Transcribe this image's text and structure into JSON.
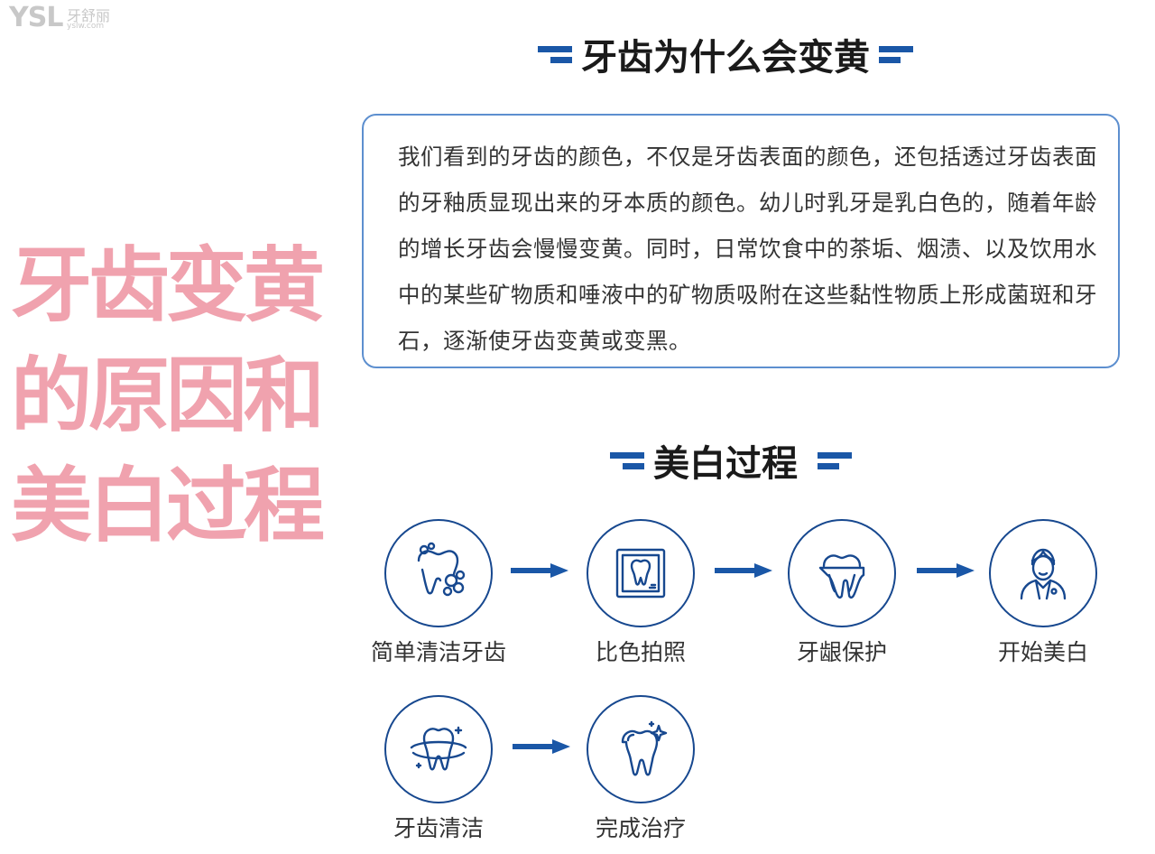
{
  "watermark": {
    "brand": "YSL",
    "name": "牙舒丽",
    "url": "yslw.com"
  },
  "big_title": {
    "line1": "牙齿变黄",
    "line2": "的原因和",
    "line3": "美白过程"
  },
  "section1": {
    "title": "牙齿为什么会变黄",
    "body": "我们看到的牙齿的颜色，不仅是牙齿表面的颜色，还包括透过牙齿表面的牙釉质显现出来的牙本质的颜色。幼儿时乳牙是乳白色的，随着年龄的增长牙齿会慢慢变黄。同时，日常饮食中的茶垢、烟渍、以及饮用水中的某些矿物质和唾液中的矿物质吸附在这些黏性物质上形成菌斑和牙石，逐渐使牙齿变黄或变黑。"
  },
  "section2": {
    "title": "美白过程",
    "steps": [
      {
        "label": "简单清洁牙齿",
        "icon": "tooth-bubbles-icon"
      },
      {
        "label": "比色拍照",
        "icon": "tooth-xray-icon"
      },
      {
        "label": "牙龈保护",
        "icon": "gum-protection-icon"
      },
      {
        "label": "开始美白",
        "icon": "dentist-icon"
      },
      {
        "label": "牙齿清洁",
        "icon": "tooth-cleaning-icon"
      },
      {
        "label": "完成治疗",
        "icon": "sparkling-tooth-icon"
      }
    ]
  },
  "colors": {
    "accent": "#1a57a7",
    "circle": "#17488f",
    "pink": "#f0a2ae",
    "box_border": "#5d8fcf"
  }
}
